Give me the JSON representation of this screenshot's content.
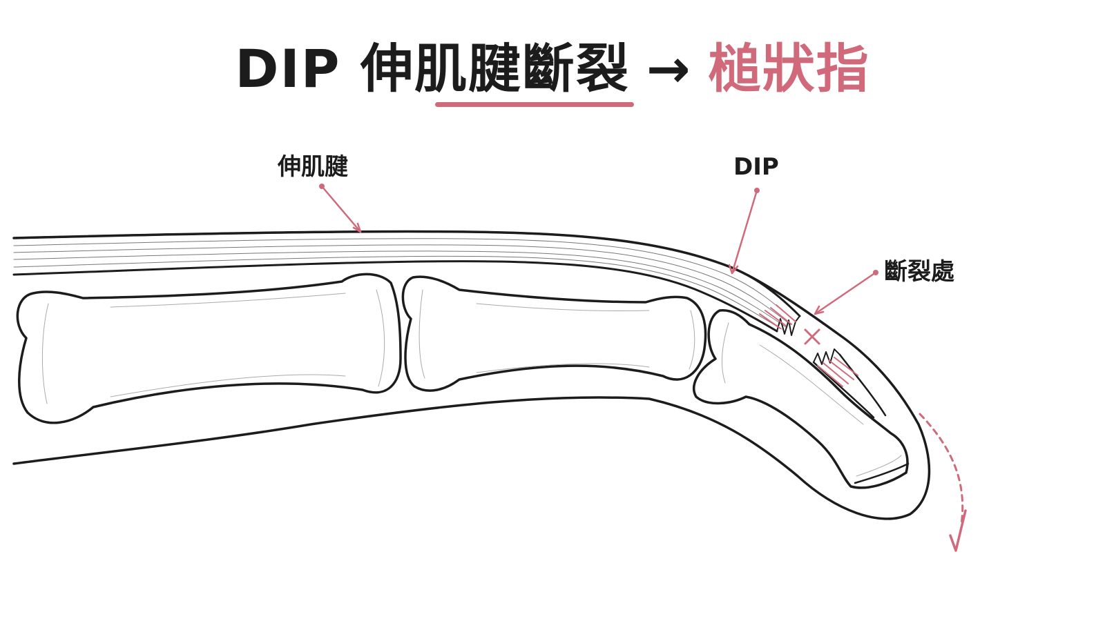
{
  "title": {
    "main": "DIP 伸肌腱斷裂",
    "arrow": "→",
    "accent": "槌狀指"
  },
  "labels": {
    "tendon": "伸肌腱",
    "dip": "DIP",
    "rupture": "斷裂處"
  },
  "colors": {
    "accent": "#d0697a",
    "outline": "#1c1c1c"
  }
}
